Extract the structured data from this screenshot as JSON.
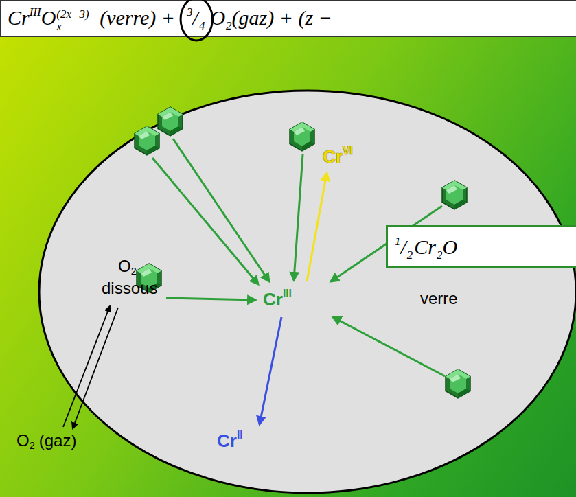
{
  "diagram": {
    "nodes": [
      {
        "text": [
          "Cr",
          "III",
          "O",
          "(2x−3)−",
          "x",
          "(verre) +",
          "3",
          "/",
          "4",
          "O",
          "2",
          "(gaz) + (z −"
        ]
      },
      {
        "text": [
          "verre"
        ]
      },
      {
        "text": [
          "1",
          "/",
          "2",
          "Cr",
          "2",
          "O"
        ]
      }
    ],
    "labels": [
      "O",
      "2",
      "dissous",
      "Cr",
      "III",
      "Cr",
      "VI",
      "Cr",
      "II",
      "O",
      "2",
      "(gaz)"
    ]
  }
}
